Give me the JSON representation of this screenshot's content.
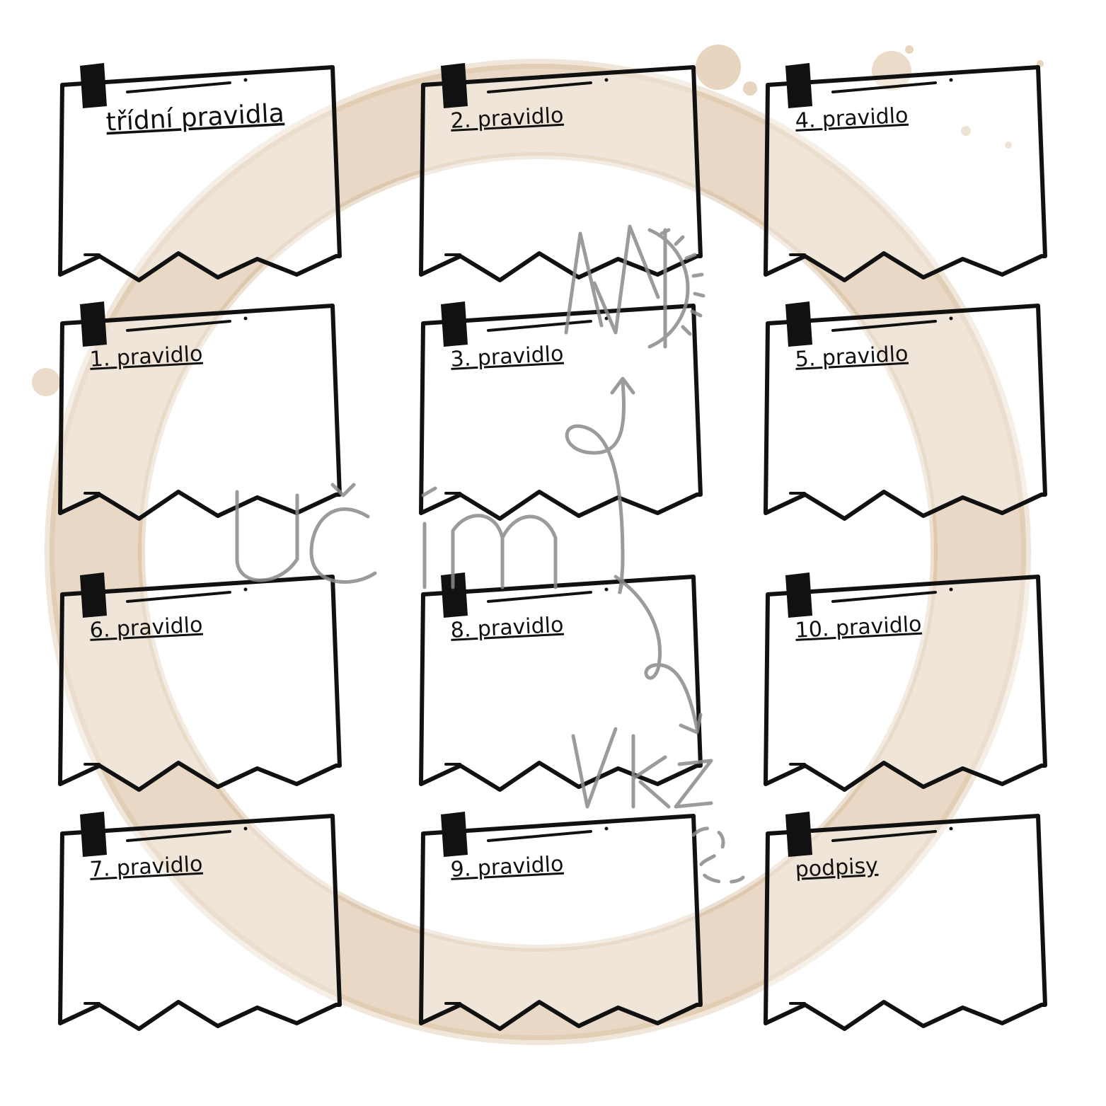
{
  "title": "třídní pravidla",
  "cards": [
    {
      "id": "title",
      "label": "třídní pravidla"
    },
    {
      "id": "r2",
      "label": "2. pravidlo"
    },
    {
      "id": "r4",
      "label": "4. pravidlo"
    },
    {
      "id": "r1",
      "label": "1. pravidlo"
    },
    {
      "id": "r3",
      "label": "3. pravidlo"
    },
    {
      "id": "r5",
      "label": "5. pravidlo"
    },
    {
      "id": "r6",
      "label": "6. pravidlo"
    },
    {
      "id": "r8",
      "label": "8. pravidlo"
    },
    {
      "id": "r10",
      "label": "10. pravidlo"
    },
    {
      "id": "r7",
      "label": "7. pravidlo"
    },
    {
      "id": "r9",
      "label": "9. pravidlo"
    },
    {
      "id": "sig",
      "label": "podpisy"
    }
  ],
  "watermark": {
    "logo_text": "učím v kz"
  },
  "colors": {
    "stain": "#c9a172",
    "ink": "#111111",
    "watermark": "#8a8a8a"
  },
  "icons": [
    "tape-icon",
    "coffee-stain-icon",
    "protractor-icon",
    "arrow-icon"
  ]
}
